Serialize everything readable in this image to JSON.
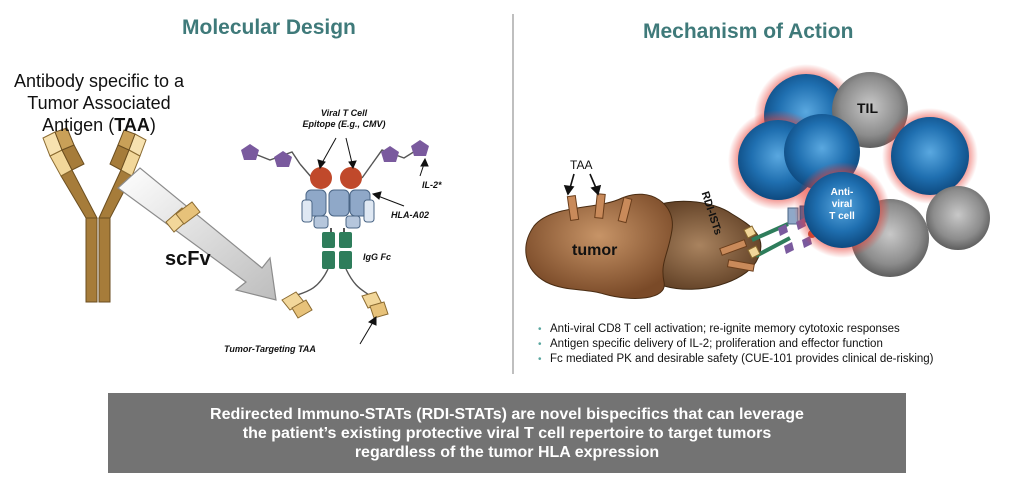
{
  "left_panel": {
    "title": "Molecular Design",
    "intro_line1": "Antibody specific to a",
    "intro_line2": "Tumor Associated",
    "intro_line3_prefix": "Antigen (",
    "intro_line3_bold": "TAA",
    "intro_line3_suffix": ")",
    "scfv_label": "scFv",
    "epitope_label_line1": "Viral T Cell",
    "epitope_label_line2": "Epitope (E.g., CMV)",
    "il2_label": "IL-2*",
    "hla_label": "HLA-A02",
    "fc_label": "IgG Fc",
    "taa_label": "Tumor-Targeting TAA"
  },
  "right_panel": {
    "title": "Mechanism of Action",
    "taa_label": "TAA",
    "tumor_label": "tumor",
    "rdi_label": "RDI-ISTs",
    "til_label": "TIL",
    "tcell_label_line1": "Anti-",
    "tcell_label_line2": "viral",
    "tcell_label_line3": "T cell",
    "bullets": [
      "Anti-viral CD8 T cell activation; re-ignite memory cytotoxic responses",
      "Antigen specific delivery of IL-2; proliferation and effector function",
      "Fc mediated PK and desirable safety (CUE-101 provides clinical de-risking)"
    ]
  },
  "banner": {
    "line1": "Redirected Immuno-STATs (RDI-STATs) are novel bispecifics that can leverage",
    "line2": "the patient’s existing protective viral T cell repertoire to target tumors",
    "line3": "regardless of the tumor HLA expression"
  },
  "colors": {
    "title": "#3f7a7a",
    "antibody_gold": "#a67c3a",
    "antibody_light": "#f2d79a",
    "pentagon": "#7a5a9e",
    "epitope": "#c0492b",
    "hla_blue": "#8fa8c8",
    "fc_green": "#2e7d5b",
    "tumor_brown": "#8b5a35",
    "tcell_blue": "#1f6fb0",
    "til_gray": "#8c8c8c",
    "banner_bg": "#737373"
  }
}
